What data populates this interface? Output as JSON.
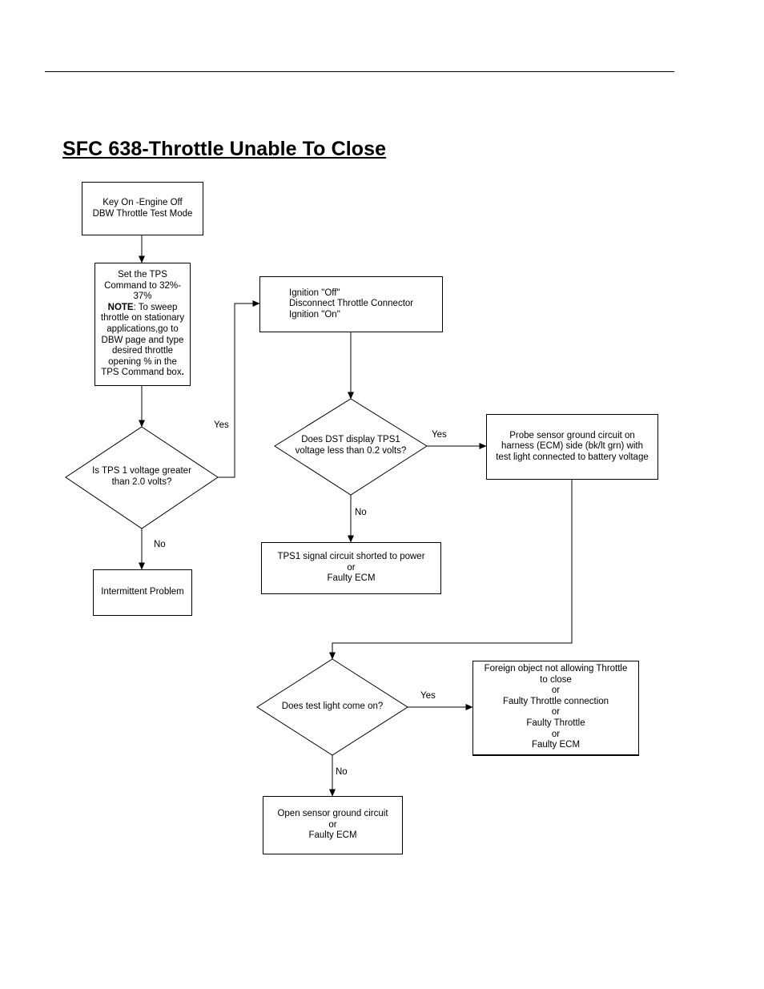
{
  "title": "SFC 638-Throttle Unable To Close",
  "nodes": {
    "key_on": [
      "Key On -Engine Off",
      "DBW Throttle Test Mode"
    ],
    "set_tps": {
      "lines": [
        "Set the TPS",
        "Command to 32%-",
        "37%"
      ],
      "note_label": "NOTE",
      "note_first": ": To sweep",
      "note_lines": [
        "throttle on stationary",
        "applications,go to",
        "DBW page and type",
        "desired throttle",
        "opening % in the"
      ],
      "last_line": "TPS Command  box",
      "last_punct": "."
    },
    "tps1_decision": [
      "Is TPS 1 voltage greater",
      "than 2.0 volts?"
    ],
    "intermittent": "Intermittent Problem",
    "ignition": [
      "Ignition \"Off\"",
      "Disconnect Throttle Connector",
      "Ignition \"On\""
    ],
    "dst_decision": [
      "Does DST display TPS1",
      "voltage less than 0.2 volts?"
    ],
    "probe": [
      "Probe sensor ground circuit on",
      "harness (ECM) side (bk/lt grn) with",
      "test light connected to battery voltage"
    ],
    "tps1_shorted": [
      "TPS1 signal circuit shorted to power",
      "or",
      "Faulty ECM"
    ],
    "test_light_decision": "Does test light come on?",
    "foreign_object": [
      "Foreign object not allowing Throttle",
      "to close",
      "or",
      "Faulty Throttle connection",
      "or",
      "Faulty Throttle",
      "or",
      "Faulty ECM"
    ],
    "open_ground": [
      "Open sensor ground circuit",
      "or",
      "Faulty ECM"
    ]
  },
  "edge_labels": {
    "tps1_yes": "Yes",
    "tps1_no": "No",
    "dst_yes": "Yes",
    "dst_no": "No",
    "light_yes": "Yes",
    "light_no": "No"
  }
}
